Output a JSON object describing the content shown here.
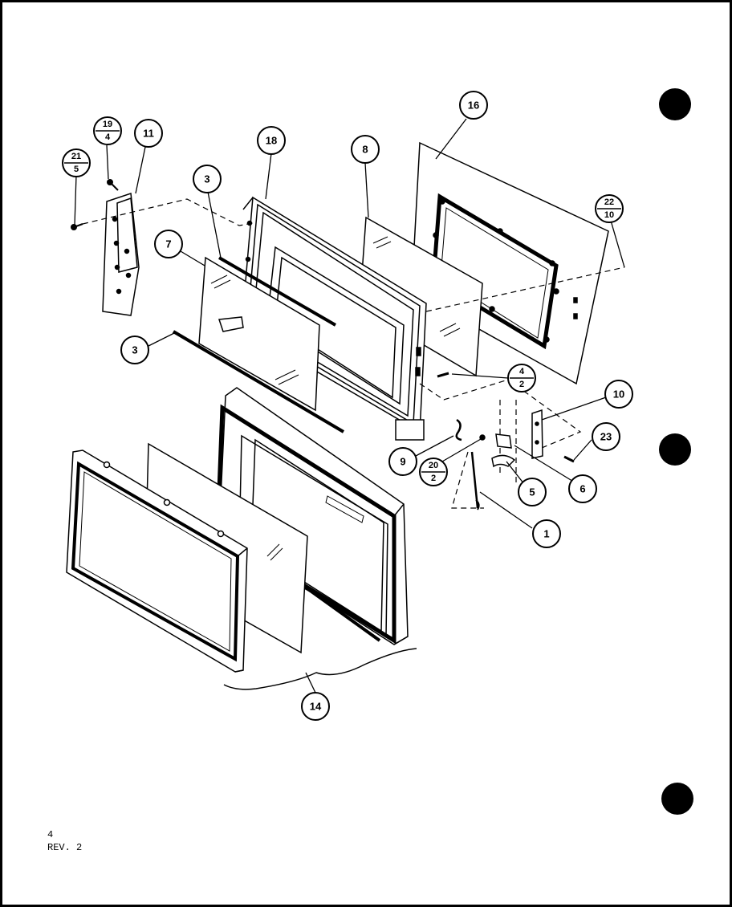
{
  "diagram": {
    "callouts": [
      {
        "id": "c16",
        "label": "16"
      },
      {
        "id": "c18",
        "label": "18"
      },
      {
        "id": "c8",
        "label": "8"
      },
      {
        "id": "c11",
        "label": "11"
      },
      {
        "id": "c3a",
        "label": "3"
      },
      {
        "id": "c7",
        "label": "7"
      },
      {
        "id": "c3b",
        "label": "3"
      },
      {
        "id": "c10",
        "label": "10"
      },
      {
        "id": "c23",
        "label": "23"
      },
      {
        "id": "c9",
        "label": "9"
      },
      {
        "id": "c5",
        "label": "5"
      },
      {
        "id": "c6",
        "label": "6"
      },
      {
        "id": "c1",
        "label": "1"
      },
      {
        "id": "c14",
        "label": "14"
      }
    ],
    "fraction_callouts": [
      {
        "id": "f19_4",
        "top": "19",
        "bottom": "4"
      },
      {
        "id": "f21_5",
        "top": "21",
        "bottom": "5"
      },
      {
        "id": "f22_10",
        "top": "22",
        "bottom": "10"
      },
      {
        "id": "f4_2",
        "top": "4",
        "bottom": "2"
      },
      {
        "id": "f20_2",
        "top": "20",
        "bottom": "2"
      }
    ]
  },
  "footer": {
    "page_number": "4",
    "revision": "REV. 2"
  },
  "colors": {
    "ink": "#000000",
    "paper": "#ffffff"
  }
}
